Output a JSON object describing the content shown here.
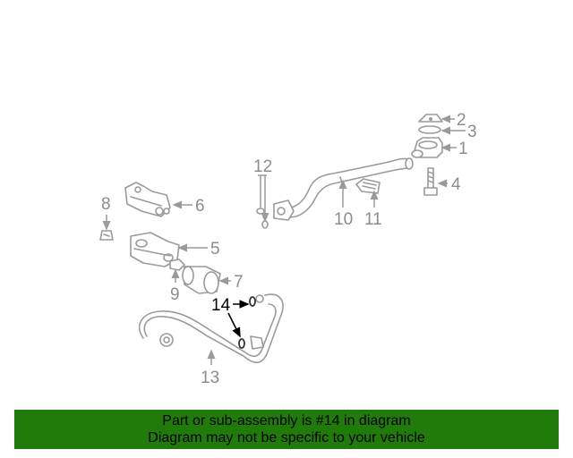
{
  "callouts": {
    "c1": "1",
    "c2": "2",
    "c3": "3",
    "c4": "4",
    "c5": "5",
    "c6": "6",
    "c7": "7",
    "c8": "8",
    "c9": "9",
    "c10": "10",
    "c11": "11",
    "c12": "12",
    "c13": "13",
    "c14": "14"
  },
  "highlighted_part": "14",
  "banner": {
    "line1": "Part or sub-assembly is #14 in diagram",
    "line2": "Diagram may not be specific to your vehicle",
    "background": "#217b0a"
  }
}
